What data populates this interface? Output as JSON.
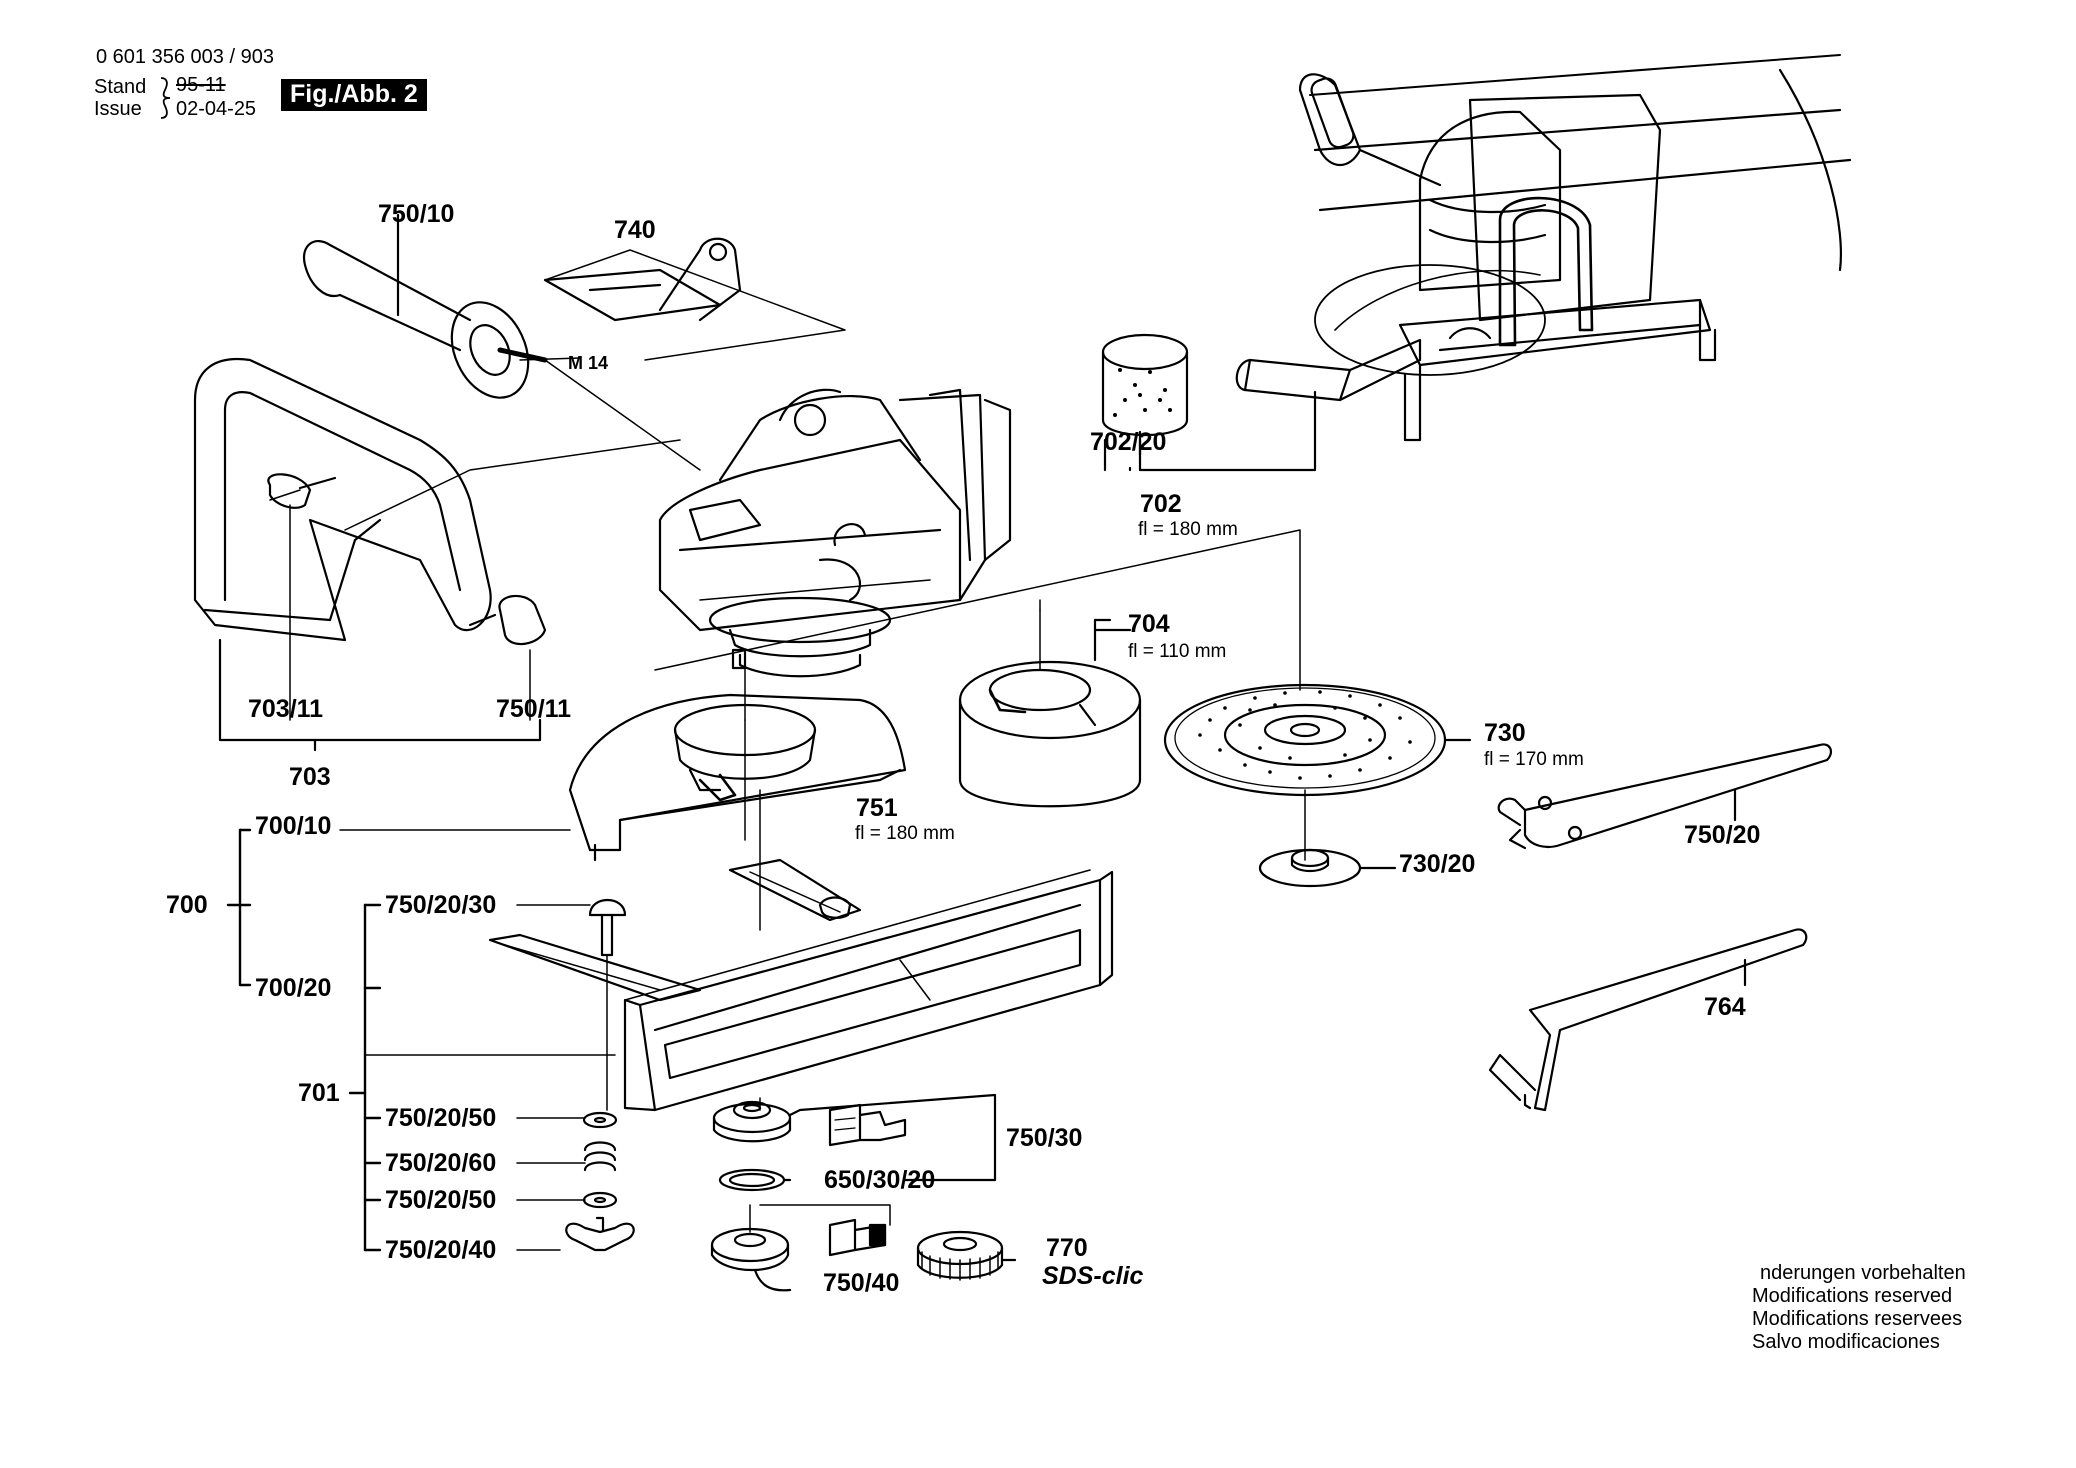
{
  "header": {
    "part_number": "0 601 356 003 / 903",
    "stand_label": "Stand",
    "stand_value": "95-11",
    "issue_label": "Issue",
    "issue_value": "02-04-25",
    "figure_badge": "Fig./Abb. 2"
  },
  "labels": {
    "p750_10": "750/10",
    "p740": "740",
    "m14": "M 14",
    "p703_11": "703/11",
    "p750_11": "750/11",
    "p703": "703",
    "p702_20": "702/20",
    "p702": "702",
    "p702_sub": "fl = 180 mm",
    "p704": "704",
    "p704_sub": "fl = 110 mm",
    "p730": "730",
    "p730_sub": "fl = 170 mm",
    "p751": "751",
    "p751_sub": "fl = 180 mm",
    "p730_20": "730/20",
    "p750_20": "750/20",
    "p700_10": "700/10",
    "p700": "700",
    "p750_20_30": "750/20/30",
    "p700_20": "700/20",
    "p701": "701",
    "p750_20_50a": "750/20/50",
    "p750_20_60": "750/20/60",
    "p750_20_50b": "750/20/50",
    "p750_20_40": "750/20/40",
    "p750_30": "750/30",
    "p650_30_20": "650/30/20",
    "p750_40": "750/40",
    "p770": "770",
    "sds": "SDS-clic",
    "p764": "764"
  },
  "footer_notes": [
    "nderungen vorbehalten",
    "Modifications reserved",
    "Modifications reservees",
    "Salvo modificaciones"
  ]
}
